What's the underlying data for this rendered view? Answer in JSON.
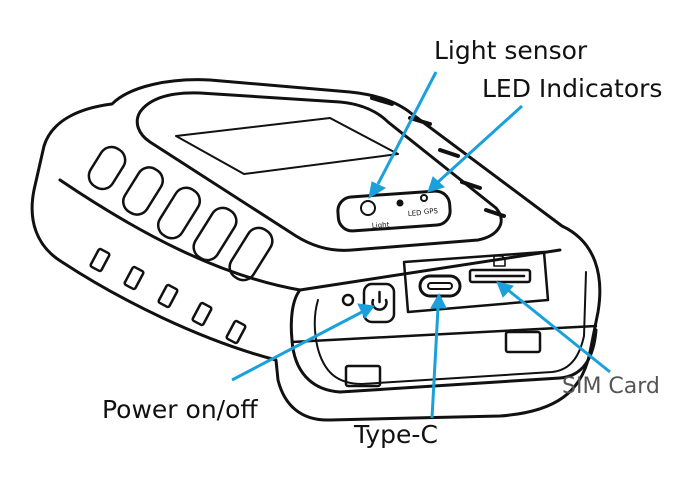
{
  "labels": {
    "light_sensor": "Light sensor",
    "led_indicators": "LED Indicators",
    "power": "Power on/off",
    "type_c": "Type-C",
    "sim_card": "SIM Card"
  },
  "device_marks": {
    "light": "Light",
    "led": "LED",
    "gps": "GPS"
  },
  "colors": {
    "pointer": "#1aa0db",
    "outline": "#111111",
    "text": "#111111",
    "sim_text": "#555555"
  }
}
